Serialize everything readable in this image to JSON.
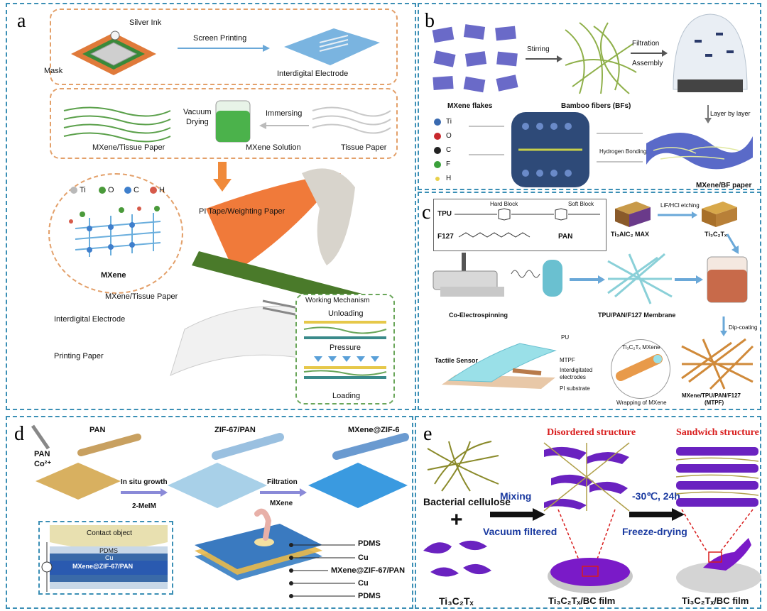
{
  "panels": {
    "a": {
      "label": "a",
      "silver_ink": "Silver Ink",
      "screen_printing": "Screen Printing",
      "mask": "Mask",
      "interdigital_electrode_top": "Interdigital Electrode",
      "vacuum": "Vacuum",
      "drying": "Drying",
      "immersing": "Immersing",
      "mxene_tissue_paper_top": "MXene/Tissue Paper",
      "mxene_solution": "MXene Solution",
      "tissue_paper": "Tissue Paper",
      "legend_ti": "Ti",
      "legend_o": "O",
      "legend_c": "C",
      "legend_h": "H",
      "mxene": "MXene",
      "pi_tape": "PI Tape/Weighting Paper",
      "mxene_tissue_paper": "MXene/Tissue Paper",
      "interdigital_electrode": "Interdigital Electrode",
      "printing_paper": "Printing Paper",
      "working_mechanism": "Working Mechanism",
      "unloading": "Unloading",
      "pressure": "Pressure",
      "loading": "Loading"
    },
    "b": {
      "label": "b",
      "stirring": "Stirring",
      "filtration": "Filtration",
      "assembly": "Assembly",
      "mxene_flakes": "MXene flakes",
      "bamboo_fibers": "Bamboo fibers (BFs)",
      "layer_by_layer": "Layer by layer",
      "legend_ti": "Ti",
      "legend_o": "O",
      "legend_c": "C",
      "legend_f": "F",
      "legend_h": "H",
      "hydrogen_bonding": "Hydrogen Bonding",
      "mxene_bf_paper": "MXene/BF paper"
    },
    "c": {
      "label": "c",
      "tpu": "TPU",
      "hard_block": "Hard Block",
      "soft_block": "Soft Block",
      "f127": "F127",
      "pan": "PAN",
      "max": "Ti₃AlC₂ MAX",
      "etching": "LiF/HCl etching",
      "ti3c2tx": "Ti₃C₂Tₓ",
      "co_electrospinning": "Co-Electrospinning",
      "membrane": "TPU/PAN/F127 Membrane",
      "dip_coating": "Dip-coating",
      "tactile_sensor": "Tactile Sensor",
      "pu": "PU",
      "mtpf": "MTPF",
      "interdigitated": "Interdigitated",
      "electrodes": "electrodes",
      "pi_substrate": "PI substrate",
      "ti3c2tx_mxene": "Ti₃C₂Tₓ MXene",
      "wrapping": "Wrapping of MXene",
      "composite": "MXene/TPU/PAN/F127",
      "composite_abbr": "(MTPF)"
    },
    "d": {
      "label": "d",
      "pan": "PAN",
      "pan_syringe": "PAN",
      "co2": "Co²⁺",
      "zif_pan": "ZIF-67/PAN",
      "mxene_zif": "MXene@ZIF-6",
      "in_situ": "In situ growth",
      "two_melm": "2-MeIM",
      "filtration": "Filtration",
      "mxene": "MXene",
      "contact_object": "Contact object",
      "pdms_inset": "PDMS",
      "cu_inset": "Cu",
      "mxene_zif_inset": "MXene@ZIF-67/PAN",
      "layers": [
        "PDMS",
        "Cu",
        "MXene@ZIF-67/PAN",
        "Cu",
        "PDMS"
      ]
    },
    "e": {
      "label": "e",
      "disordered": "Disordered structure",
      "sandwich": "Sandwich structure",
      "bacterial_cellulose": "Bacterial cellulose",
      "plus": "+",
      "mixing": "Mixing",
      "vacuum_filtered": "Vacuum filtered",
      "freeze_temp": "-30℃, 24h",
      "freeze_drying": "Freeze-drying",
      "ti3c2tx": "Ti₃C₂Tₓ",
      "film1": "Ti₃C₂Tₓ/BC film",
      "film2": "Ti₃C₂Tₓ/BC film"
    }
  },
  "colors": {
    "panel_border": "#3b8fb5",
    "arrow_blue": "#6aa8d8",
    "orange": "#f08a3a",
    "mxene_purple": "#6a3bb8",
    "red_label": "#d81c1c",
    "fiber_green": "#6f8a2a"
  }
}
